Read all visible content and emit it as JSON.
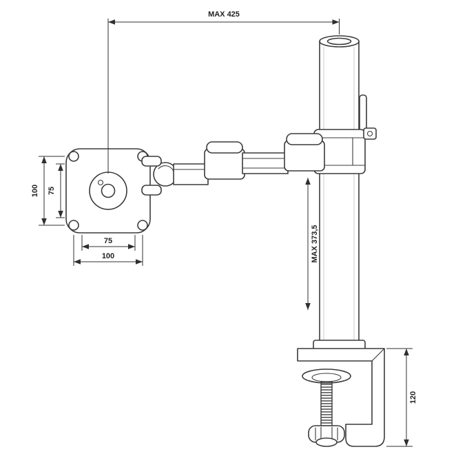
{
  "drawing": {
    "type": "technical-dimension-drawing",
    "subject": "single monitor desk mount arm with clamp",
    "background_color": "#ffffff",
    "line_color": "#3a3a3a",
    "dimension_color": "#2f2f2f",
    "dimensions": {
      "max_width": "MAX 425",
      "vesa_height_outer": "100",
      "vesa_height_inner": "75",
      "vesa_width_inner": "75",
      "vesa_width_outer": "100",
      "max_pole_height": "MAX 373,5",
      "clamp_depth": "120"
    }
  }
}
